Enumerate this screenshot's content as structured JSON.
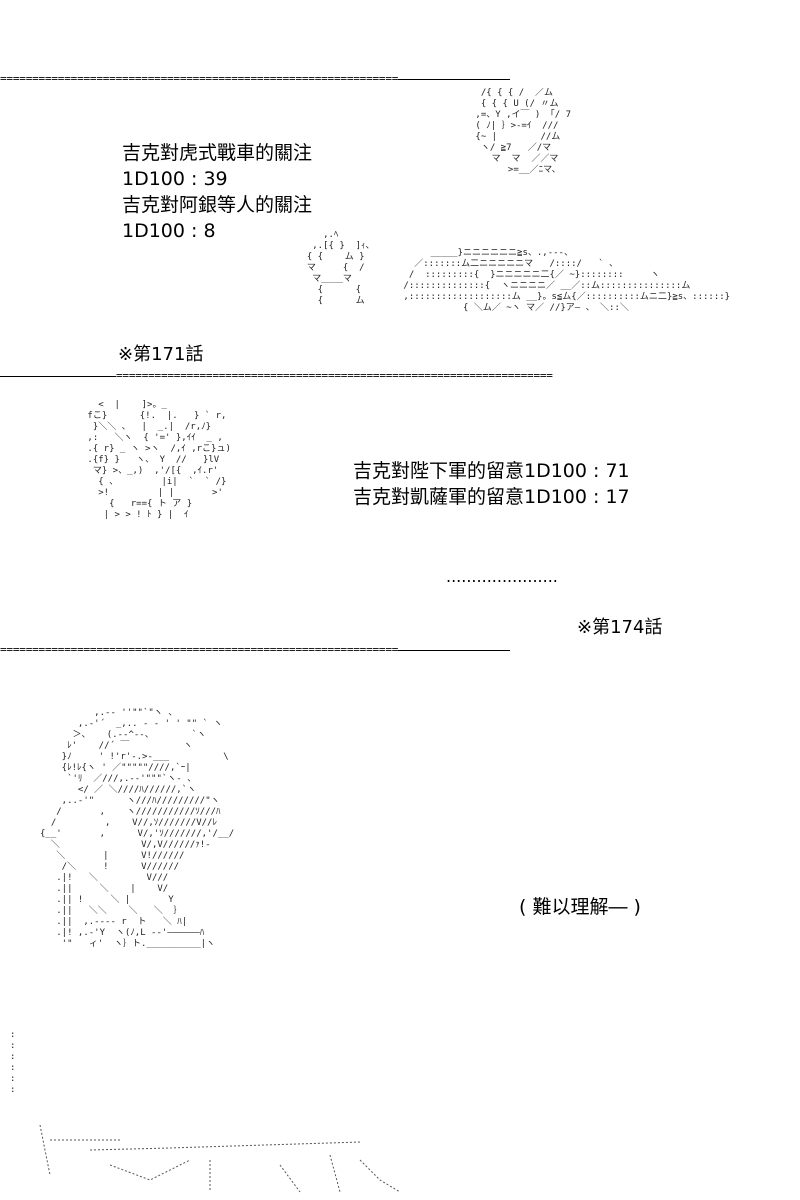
{
  "separators": {
    "top": "==============================================================",
    "middle": "====================================================================",
    "lower": "=============================================================="
  },
  "section1": {
    "lines": [
      "吉克對虎式戰車的關注",
      "1D100 : 39",
      "吉克對阿銀等人的關注",
      "1D100 :  8"
    ],
    "episode": "※第171話"
  },
  "section2": {
    "lines": [
      "吉克對陛下軍的留意1D100 : 71",
      "吉克對凱薩軍的留意1D100 : 17"
    ],
    "ellipsis": "......................",
    "episode": "※第174話"
  },
  "section3": {
    "caption": "( 難以理解― )"
  },
  "art": {
    "man_head": "  /{ { { /  ／ム\n  { { { U (/ 〃ム\n ,=、Y ,イ￣ ) 「/ 7\n ( ﾉ| ｝>-=ｲ  ///\n {~ |        //ム\n  ヽ/ ≧7   ／/マ\n    マ  マ  ／／マ\n       >=__／ﾆマ、",
    "man_body": "      _____}ニニニニニニ≧s、.,---、\n   ／:::::::ム二ニニニニニマ   /::::/   ` 、\n  /  :::::::::{  }ニニニニニ二{／ ~}::::::::     ヽ\n /::::::::::::::{  ヽニニニニ／ __／::ム:::::::::::::::ム\n ,:::::::::::::::::::ム __}。s≦ム{／::::::::::ムニ二}≧s、::::::}\n            { ＼ム／ ~ヽ マ／ //}ア― 、 ＼::＼",
    "small_figure": "     ,.ﾍ\n   ,.[{ }  ]ｨ、\n  { {    ム }\n  マ     {  /\n   マ____マ\n    {      {\n    {      ム",
    "girl": "   <  |    ]>。_\n fこ}      {!.  |.   } ` r,\n  }＼＼ 、  |  _.|  /r,ﾉ}\n ,:   ＼ヽ  { '=' },ｲｲ  _ ,\n .{ r} _ ヽ >ヽ  /,ｲ ,rこ}ュ)\n .{f} }   ヽ、 Y  //   }lV\n  マ} >、_,)  ,'/[{  ,ｲ.r'\n   { 、        |i|  `  ` /}\n   >!         | |       >'\n     {   r=={ ト ア }\n    | > > ! ﾄ } |  ｲ",
    "man_hat": "          ,.-‐ ''\"\"`\"ヽ 、\n       ,.-'´  _,.. - ‐ ' ' \"\" ` ヽ\n      ＞、   (.-‐^‐-、       `ヽ\n     ﾚ'    //´ ￣          ヽ\n    }ﾉ     ' !'r'-.>‐___          \\\n    {ﾚ!ﾚ{ヽ ' ／\"\"\"\"\"////,`ｰ|\n     `'ﾘ  ／///,.-‐'\"\"\"`ヽ- 、\n       </ ／ ＼////ﾊ//////,`ヽ\n    ,..-'\"      ヽ///ﾊ/////////\"ヽ\n   /       ,    ヽ///////////ｿ///ﾊ\n  /         ,    V//,ｿ///////V//ﾚ\n{__'       ,      V/,'ｿ///////,'/__/\n  ＼               V/,V//////ｧ!‐\n   ＼       |      V!//////\n    /＼     !      V//////\n   .|!   ＼         V///\n   .||     ＼    |    V/\n   .|| !     ＼ |       Y\n   .||   ＼＼    ＼   ＼  ｝\n   .||  ,.-‐-- r  ト   ＼ ﾊ|\n   .|! ,.-'Y  ヽ(ﾉ,L --'――――――ﾊ\n    '\"   ィ'  ヽ｝ト.__________|ヽ",
    "arm_edge": ":\n:\n:\n:\n:\n:"
  }
}
